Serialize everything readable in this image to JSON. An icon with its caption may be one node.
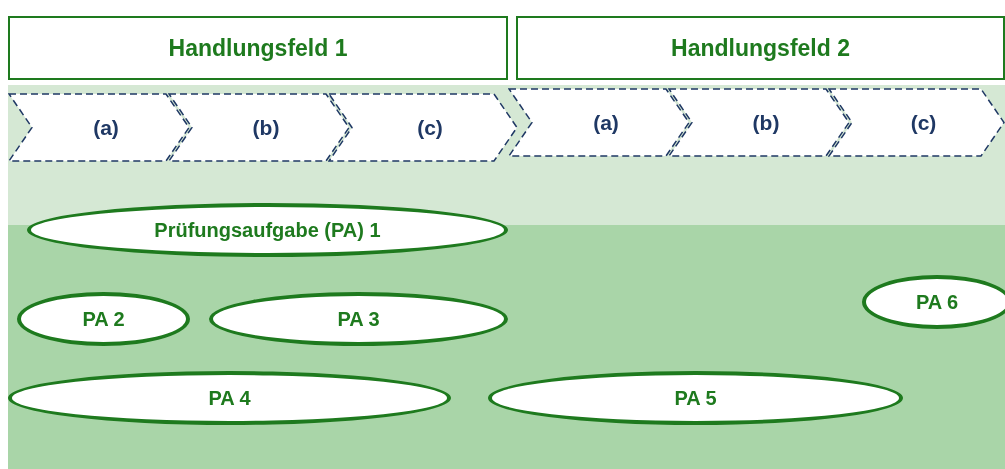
{
  "diagram": {
    "nodes": [
      {
        "text": [
          "Handlungsfeld 1"
        ]
      },
      {
        "text": [
          "Handlungsfeld 2"
        ]
      },
      {
        "text": [
          "(a)"
        ]
      },
      {
        "text": [
          "(b)"
        ]
      },
      {
        "text": [
          "(c)"
        ]
      },
      {
        "text": [
          "(a)"
        ]
      },
      {
        "text": [
          "(b)"
        ]
      },
      {
        "text": [
          "(c)"
        ]
      },
      {
        "text": [
          "Prüfungsaufgabe (PA) 1"
        ]
      },
      {
        "text": [
          "PA 2"
        ]
      },
      {
        "text": [
          "PA 3"
        ]
      },
      {
        "text": [
          "PA 6"
        ]
      },
      {
        "text": [
          "PA 4"
        ]
      },
      {
        "text": [
          "PA 5"
        ]
      }
    ],
    "edges": []
  }
}
